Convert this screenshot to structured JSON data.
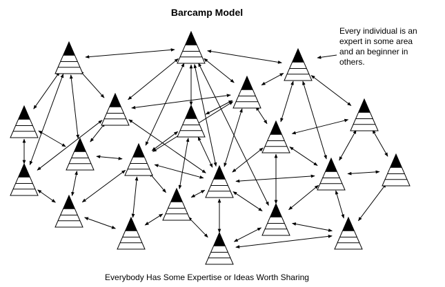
{
  "title": "Barcamp  Model",
  "caption": "Everybody Has Some Expertise or Ideas Worth Sharing",
  "annotation": {
    "lines": [
      "Every individual is an",
      "expert in some area",
      "and an beginner in",
      "others."
    ]
  },
  "icons": {
    "node": "tiered-triangle-icon"
  },
  "colors": {
    "line": "#000000",
    "node_tip": "#000000",
    "node_fill": "#ffffff"
  }
}
